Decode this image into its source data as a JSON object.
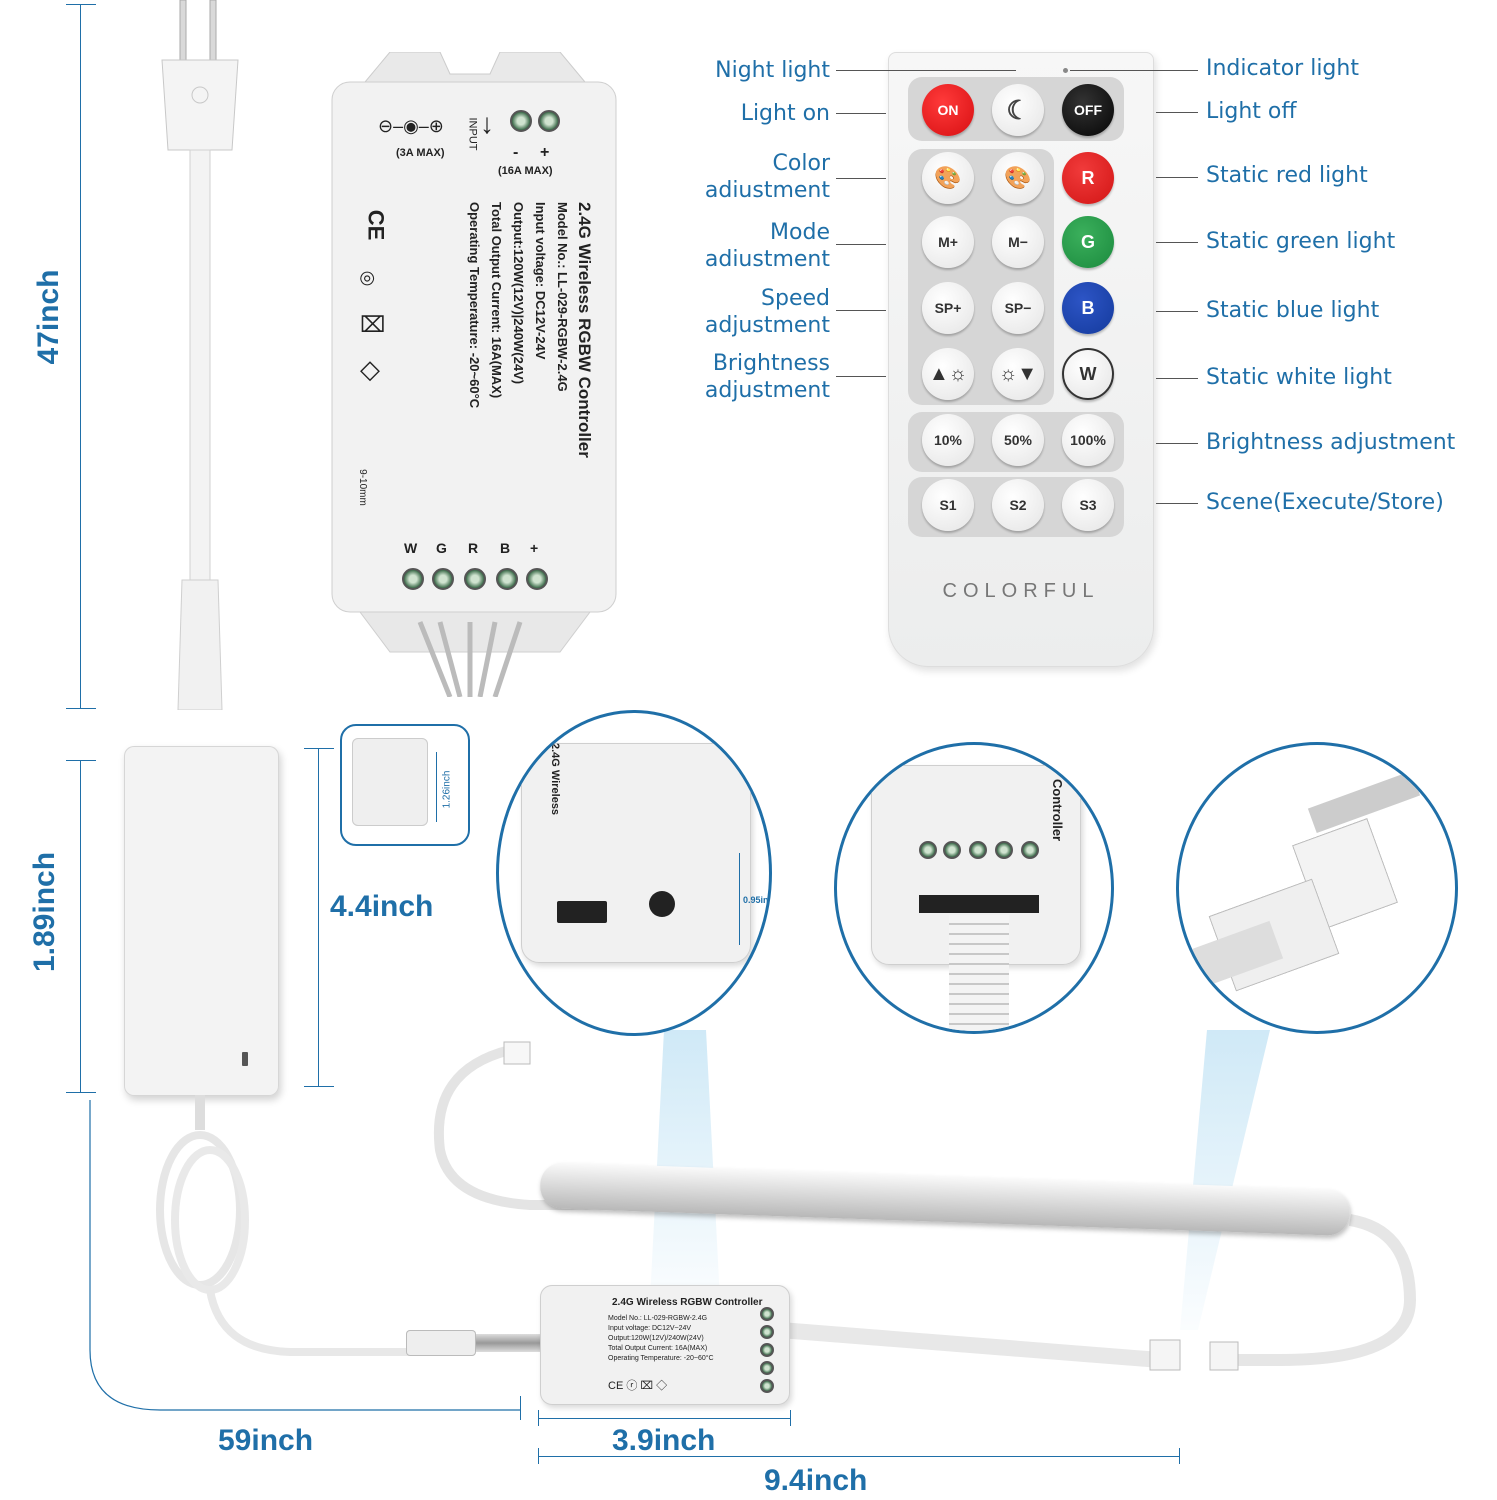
{
  "dimensions": {
    "plug_cord_height": "47inch",
    "adapter_height": "1.89inch",
    "adapter_width": "4.4inch",
    "adapter_thickness": "1.26inch",
    "controller_thickness": "0.95in",
    "dc_cord_length": "59inch",
    "controller_length": "3.9inch",
    "bar_length": "9.4inch"
  },
  "remote": {
    "brand": "COLORFUL",
    "buttons": {
      "on": "ON",
      "off": "OFF",
      "red": "R",
      "green": "G",
      "blue": "B",
      "white": "W",
      "mode_plus": "M+",
      "mode_minus": "M−",
      "speed_plus": "SP+",
      "speed_minus": "SP−",
      "b10": "10%",
      "b50": "50%",
      "b100": "100%",
      "s1": "S1",
      "s2": "S2",
      "s3": "S3"
    },
    "left_labels": {
      "night_light": "Night light",
      "light_on": "Light on",
      "color_adj_1": "Color",
      "color_adj_2": "adiustment",
      "mode_adj_1": "Mode",
      "mode_adj_2": "adiustment",
      "speed_adj_1": "Speed",
      "speed_adj_2": "adjustment",
      "bright_adj_1": "Brightness",
      "bright_adj_2": "adjustment"
    },
    "right_labels": {
      "indicator": "Indicator light",
      "light_off": "Light off",
      "static_red": "Static red light",
      "static_green": "Static green light",
      "static_blue": "Static blue light",
      "static_white": "Static white light",
      "brightness": "Brightness adjustment",
      "scene": "Scene(Execute/Store)"
    }
  },
  "controller_label": {
    "title": "2.4G Wireless RGBW Controller",
    "model": "Model No.: LL-029-RGBW-2.4G",
    "input": "Input voltage: DC12V-24V",
    "output": "Output:120W(12V)|240W(24V)",
    "current": "Total Output Current: 16A(MAX)",
    "temp": "Operating Temperature: -20~60°C",
    "input_label": "INPUT",
    "max3a": "(3A MAX)",
    "max16a": "(16A MAX)",
    "wire_len": "9-10mm",
    "terminals": [
      "+",
      "B",
      "R",
      "G",
      "W"
    ],
    "polarity_minus": "-",
    "polarity_plus": "+"
  },
  "small_controller": {
    "title": "2.4G Wireless RGBW Controller",
    "model": "Model No.: LL-029-RGBW-2.4G",
    "input": "Input voltage: DC12V~24V",
    "output": "Output:120W(12V)/240W(24V)",
    "current": "Total Output Current: 16A(MAX)",
    "temp": "Operating Temperature: -20~60°C"
  }
}
